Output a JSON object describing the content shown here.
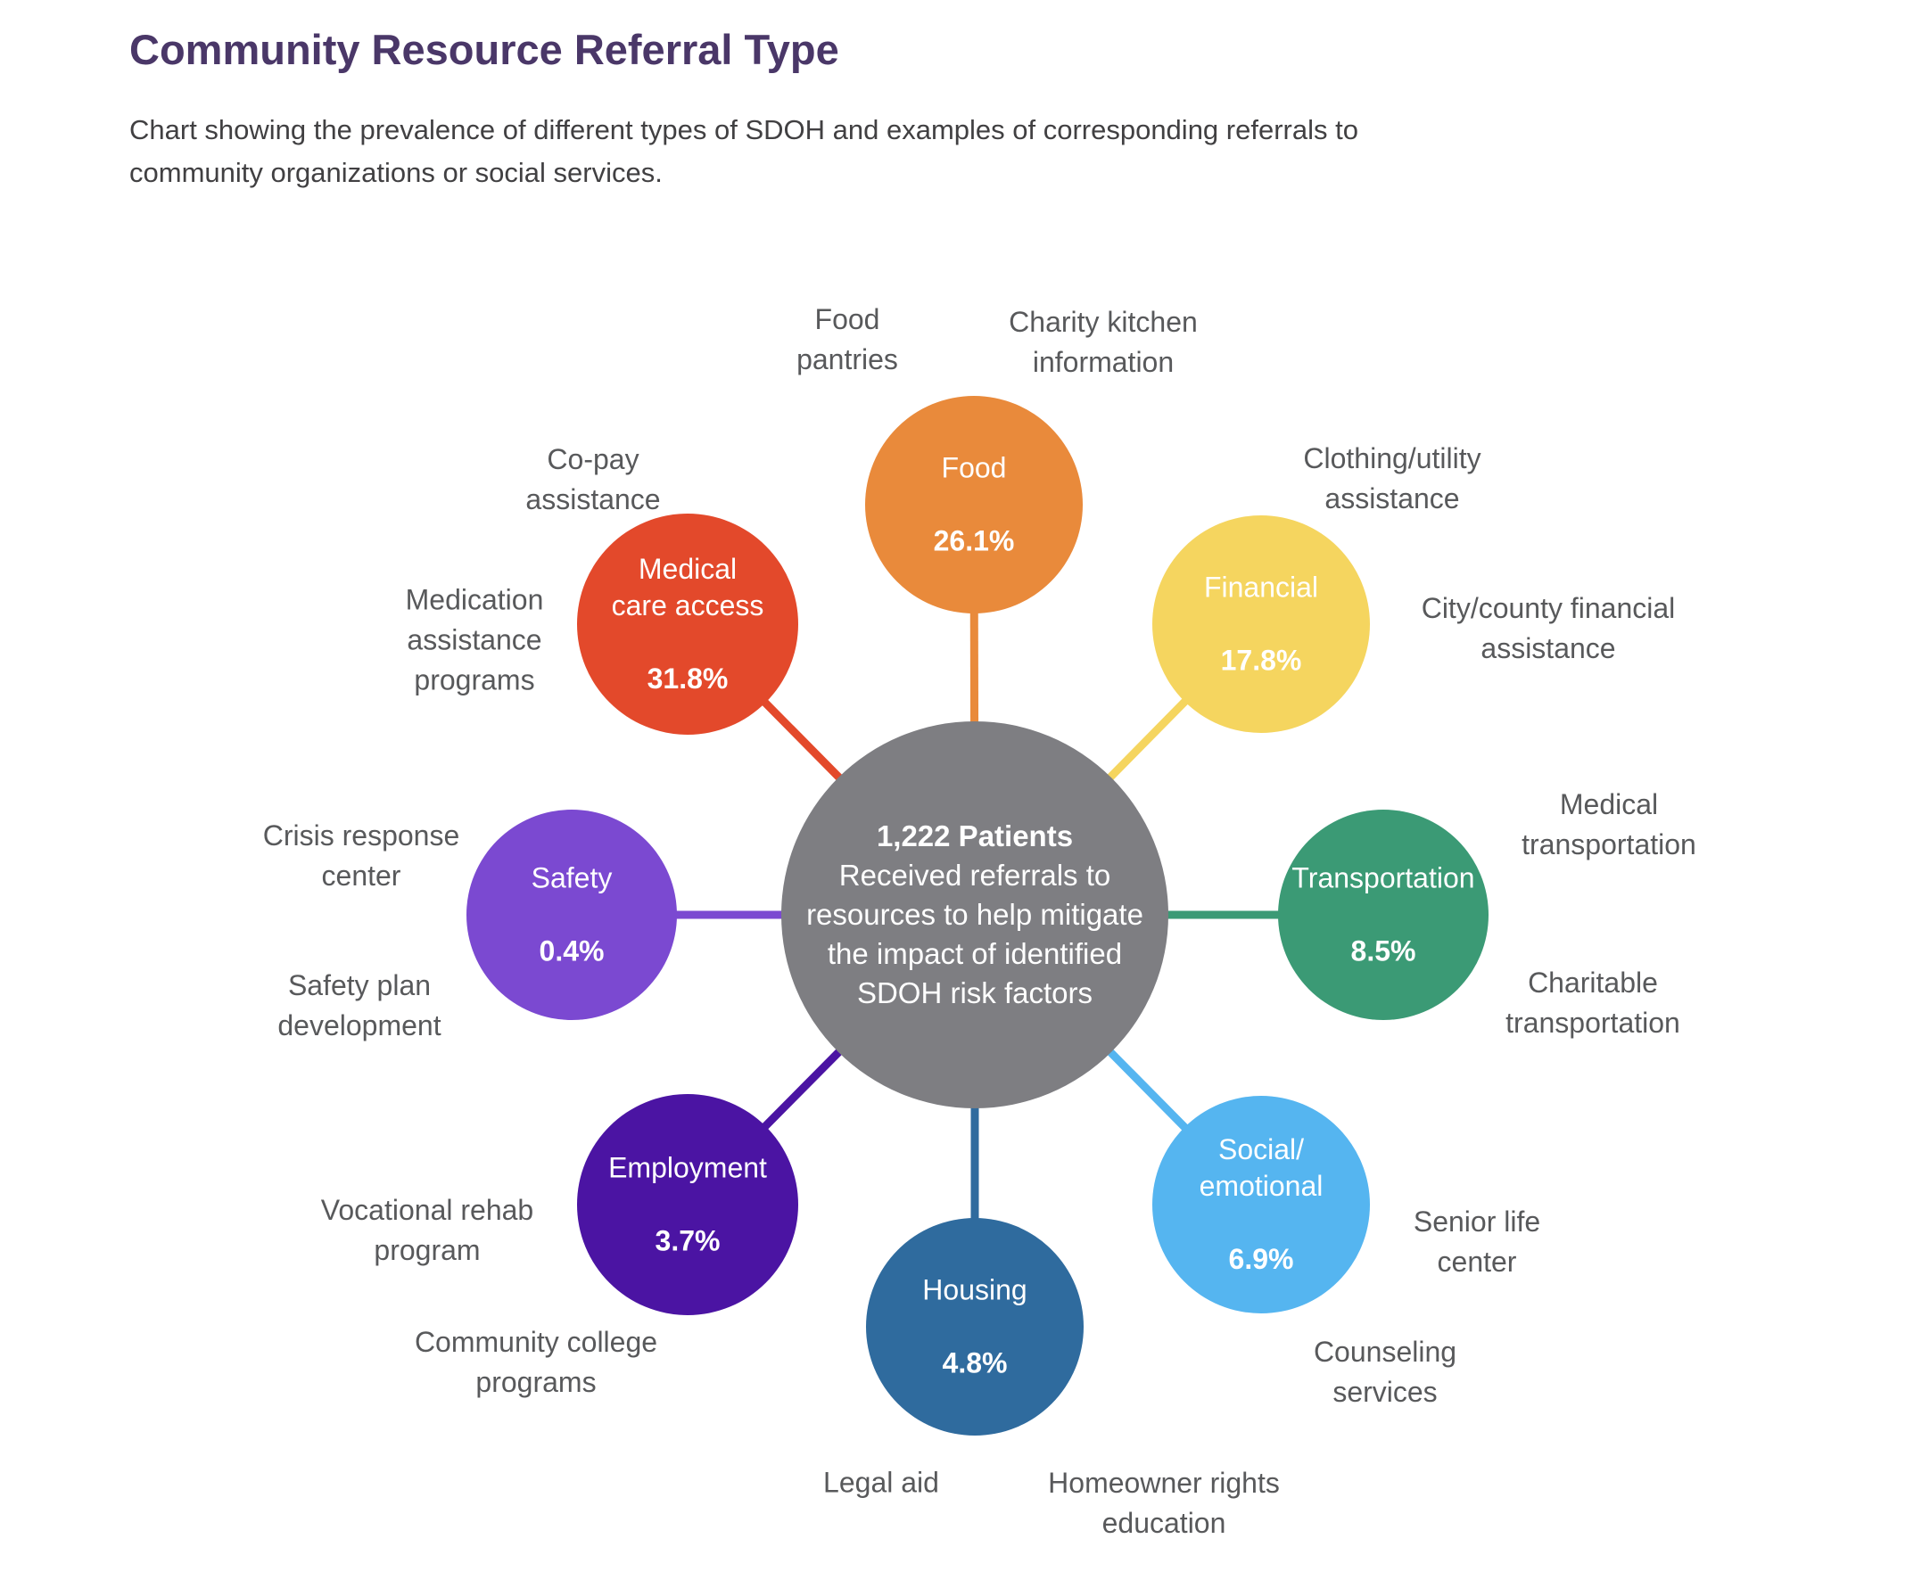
{
  "title": "Community Resource Referral Type",
  "subtitle": "Chart showing the prevalence of different types of SDOH and examples of corresponding referrals to\ncommunity organizations or social services.",
  "center": {
    "headline": "1,222 Patients",
    "description": "Received referrals to\nresources to help mitigate\nthe impact of identified\nSDOH risk factors",
    "color": "#7E7E82"
  },
  "nodes": [
    {
      "id": "food",
      "label": "Food",
      "pct": "26.1%",
      "color": "#E98A3B",
      "examples": [
        "Food\npantries",
        "Charity kitchen\ninformation"
      ]
    },
    {
      "id": "financial",
      "label": "Financial",
      "pct": "17.8%",
      "color": "#F5D55F",
      "examples": [
        "Clothing/utility\nassistance",
        "City/county financial\nassistance"
      ]
    },
    {
      "id": "transportation",
      "label": "Transportation",
      "pct": "8.5%",
      "color": "#3B9A75",
      "examples": [
        "Medical\ntransportation",
        "Charitable\ntransportation"
      ]
    },
    {
      "id": "social-emotional",
      "label": "Social/\nemotional",
      "pct": "6.9%",
      "color": "#55B5F0",
      "examples": [
        "Senior life\ncenter",
        "Counseling\nservices"
      ]
    },
    {
      "id": "housing",
      "label": "Housing",
      "pct": "4.8%",
      "color": "#2F6B9E",
      "examples": [
        "Legal aid",
        "Homeowner rights\neducation"
      ]
    },
    {
      "id": "employment",
      "label": "Employment",
      "pct": "3.7%",
      "color": "#4B14A3",
      "examples": [
        "Vocational rehab\nprogram",
        "Community college\nprograms"
      ]
    },
    {
      "id": "safety",
      "label": "Safety",
      "pct": "0.4%",
      "color": "#7B49D1",
      "examples": [
        "Crisis response\ncenter",
        "Safety plan\ndevelopment"
      ]
    },
    {
      "id": "medical-care-access",
      "label": "Medical\ncare access",
      "pct": "31.8%",
      "color": "#E3492B",
      "examples": [
        "Co-pay\nassistance",
        "Medication\nassistance\nprograms"
      ]
    }
  ]
}
